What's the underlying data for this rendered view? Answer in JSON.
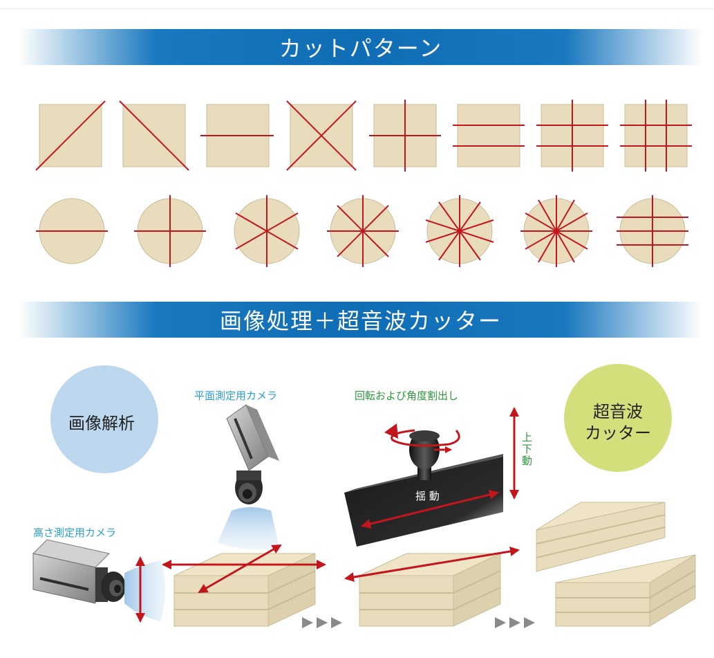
{
  "sections": {
    "cut_patterns_title": "カットパターン",
    "process_title": "画像処理＋超音波カッター"
  },
  "labels": {
    "image_analysis": "画像解析",
    "plane_camera": "平面測定用カメラ",
    "height_camera": "高さ測定用カメラ",
    "rotation": "回転および角度割出し",
    "vertical_motion": "上下動",
    "swing": "揺 動",
    "ultrasonic_line1": "超音波",
    "ultrasonic_line2": "カッター"
  },
  "colors": {
    "cake_fill": "#e8dcbc",
    "cut_line": "#c3161c",
    "banner_blue": "#1a78bf",
    "analysis_circle": "#bcd7ee",
    "cutter_circle": "#d4df7c",
    "label_blue": "#2a9fd6",
    "label_green": "#2e9a3c"
  }
}
